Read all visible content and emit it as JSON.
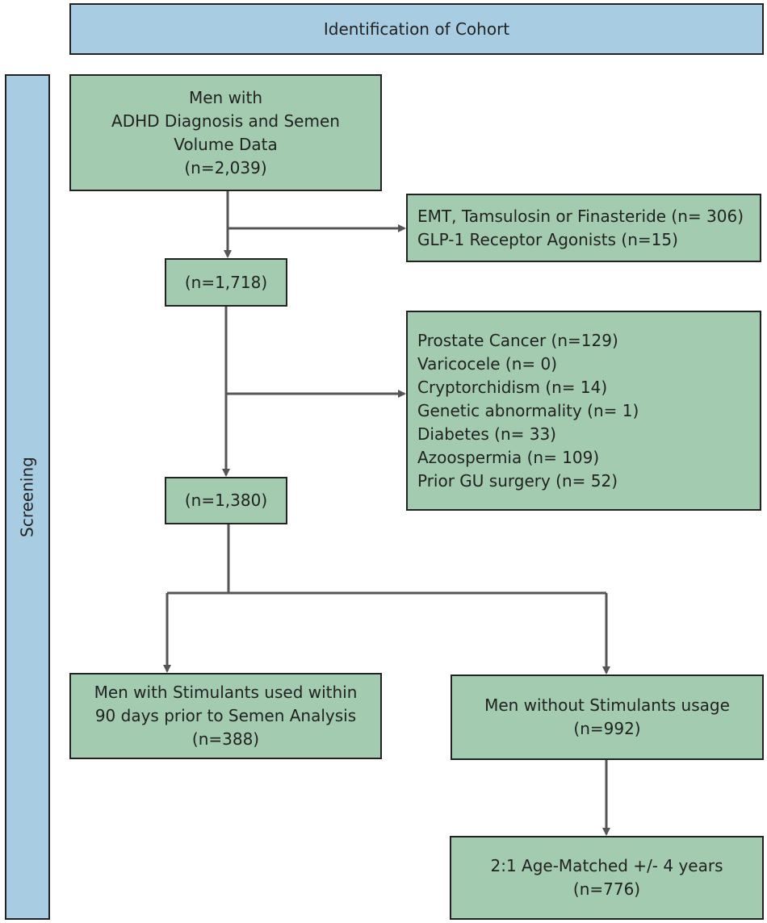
{
  "header": {
    "title": "Identification of Cohort"
  },
  "side_panel": {
    "label": "Screening"
  },
  "nodes": {
    "cohort_initial": {
      "lines": [
        "Men with",
        "ADHD Diagnosis and Semen",
        "Volume Data",
        "(n=2,039)"
      ]
    },
    "exclusion_medications": {
      "lines": [
        "EMT, Tamsulosin or Finasteride (n= 306)",
        "GLP-1 Receptor Agonists (n=15)"
      ]
    },
    "cohort_after_medications": {
      "lines": [
        "(n=1,718)"
      ]
    },
    "exclusion_conditions": {
      "lines": [
        "Prostate Cancer (n=129)",
        "Varicocele (n= 0)",
        "Cryptorchidism (n= 14)",
        "Genetic abnormality (n= 1)",
        "Diabetes (n= 33)",
        "Azoospermia (n= 109)",
        "Prior GU surgery (n= 52)"
      ]
    },
    "cohort_after_conditions": {
      "lines": [
        "(n=1,380)"
      ]
    },
    "stimulant_group": {
      "lines": [
        "Men with Stimulants used within",
        "90 days prior to Semen Analysis",
        "(n=388)"
      ]
    },
    "no_stimulant_group": {
      "lines": [
        "Men without Stimulants usage",
        "(n=992)"
      ]
    },
    "matched_group": {
      "lines": [
        "2:1 Age-Matched +/- 4 years",
        "(n=776)"
      ]
    }
  },
  "colors": {
    "node_fill": "#a3cbb0",
    "header_fill": "#a8cde3",
    "border": "#222222",
    "arrow": "#555555"
  }
}
